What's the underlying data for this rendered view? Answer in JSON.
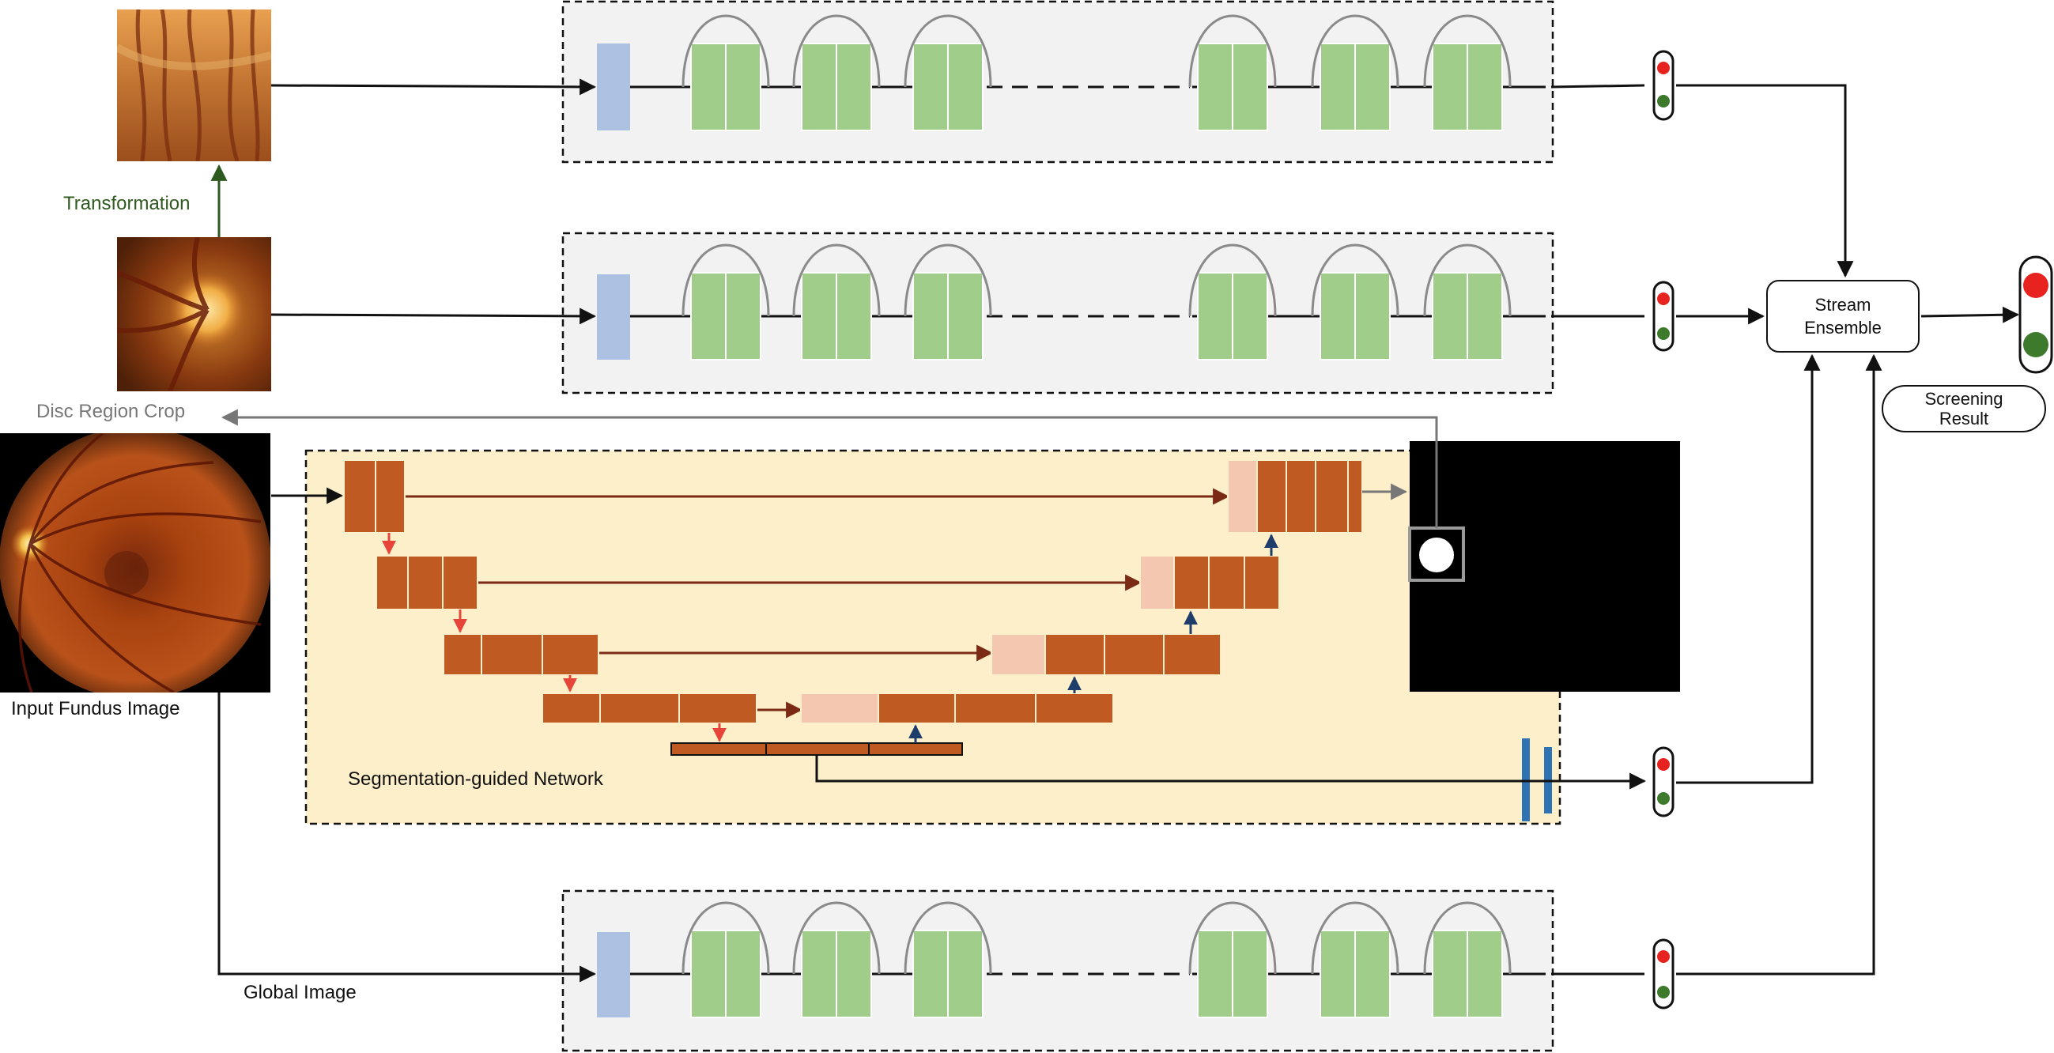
{
  "labels": {
    "transformation": "Transformation",
    "disc_region_crop": "Disc Region Crop",
    "input_fundus_image": "Input Fundus Image",
    "segmentation_guided_network": "Segmentation-guided Network",
    "global_image": "Global Image",
    "stream_ensemble_line1": "Stream",
    "stream_ensemble_line2": "Ensemble",
    "screening_result_line1": "Screening",
    "screening_result_line2": "Result"
  },
  "colors": {
    "stream_bg": "#f2f2f2",
    "input_block": "#adc1e3",
    "dense_block": "#a1cd8b",
    "seg_bg": "#fcefc9",
    "encoder_block": "#bf5a22",
    "decoder_skip_block": "#f4c7b0",
    "skip_arrow": "#7b2a15",
    "down_arrow": "#e8453a",
    "up_arrow": "#1f3d6b",
    "feature_bar": "#2d73b6",
    "transformation_arrow": "#2f5a1f",
    "crop_arrow": "#777777",
    "light_red": "#e8231f",
    "light_green": "#3d7a2c"
  },
  "icons": {
    "traffic_light": "traffic-light-icon",
    "fundus_photo": "fundus-image",
    "mask": "segmentation-mask-image"
  }
}
